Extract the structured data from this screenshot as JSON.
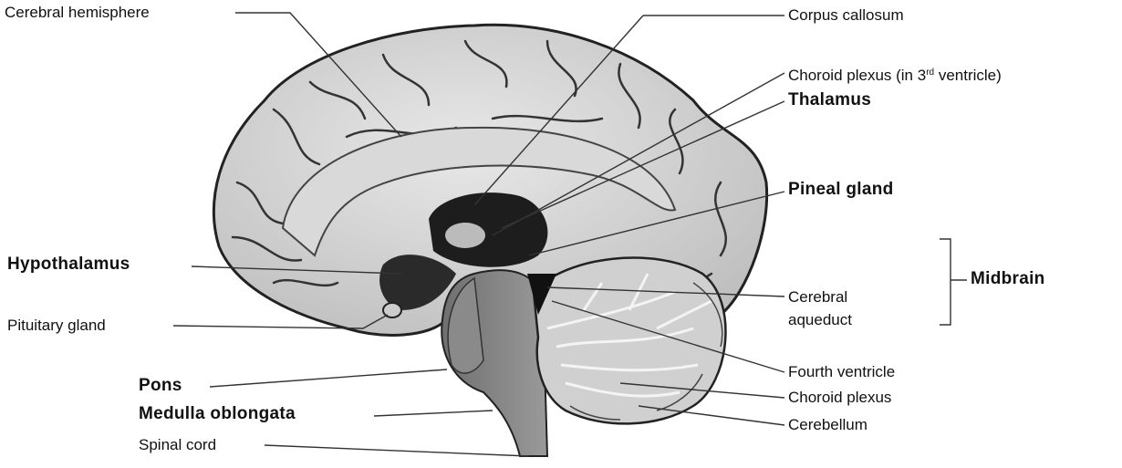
{
  "labels": {
    "cerebral_hemisphere": "Cerebral hemisphere",
    "corpus_callosum": "Corpus callosum",
    "choroid_plexus_3rd_pre": "Choroid plexus (in 3",
    "choroid_plexus_3rd_sup": "rd",
    "choroid_plexus_3rd_post": " ventricle)",
    "thalamus": "Thalamus",
    "pineal_gland": "Pineal gland",
    "hypothalamus": "Hypothalamus",
    "midbrain": "Midbrain",
    "cerebral": "Cerebral",
    "aqueduct": "aqueduct",
    "pituitary_gland": "Pituitary gland",
    "pons": "Pons",
    "fourth_ventricle": "Fourth ventricle",
    "medulla_oblongata": "Medulla oblongata",
    "choroid_plexus": "Choroid plexus",
    "cerebellum": "Cerebellum",
    "spinal_cord": "Spinal cord"
  }
}
